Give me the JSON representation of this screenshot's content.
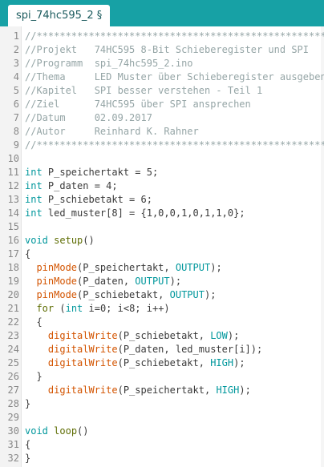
{
  "tab": {
    "label": "spi_74hc595_2 §"
  },
  "lines": [
    {
      "n": "1",
      "parts": [
        {
          "t": "//****************************************************",
          "c": "comment"
        }
      ]
    },
    {
      "n": "2",
      "parts": [
        {
          "t": "//Projekt   74HC595 8-Bit Schieberegister und SPI",
          "c": "comment"
        }
      ]
    },
    {
      "n": "3",
      "parts": [
        {
          "t": "//Programm  spi_74hc595_2.ino",
          "c": "comment"
        }
      ]
    },
    {
      "n": "4",
      "parts": [
        {
          "t": "//Thema     LED Muster über Schieberegister ausgeben",
          "c": "comment"
        }
      ]
    },
    {
      "n": "5",
      "parts": [
        {
          "t": "//Kapitel   SPI besser verstehen - Teil 1",
          "c": "comment"
        }
      ]
    },
    {
      "n": "6",
      "parts": [
        {
          "t": "//Ziel      74HC595 über SPI ansprechen",
          "c": "comment"
        }
      ]
    },
    {
      "n": "7",
      "parts": [
        {
          "t": "//Datum     02.09.2017",
          "c": "comment"
        }
      ]
    },
    {
      "n": "8",
      "parts": [
        {
          "t": "//Autor     Reinhard K. Rahner",
          "c": "comment"
        }
      ]
    },
    {
      "n": "9",
      "parts": [
        {
          "t": "//****************************************************",
          "c": "comment"
        }
      ]
    },
    {
      "n": "10",
      "parts": []
    },
    {
      "n": "11",
      "parts": [
        {
          "t": "int",
          "c": "type"
        },
        {
          "t": " P_speichertakt = 5;",
          "c": ""
        }
      ]
    },
    {
      "n": "12",
      "parts": [
        {
          "t": "int",
          "c": "type"
        },
        {
          "t": " P_daten = 4;",
          "c": ""
        }
      ]
    },
    {
      "n": "13",
      "parts": [
        {
          "t": "int",
          "c": "type"
        },
        {
          "t": " P_schiebetakt = 6;",
          "c": ""
        }
      ]
    },
    {
      "n": "14",
      "parts": [
        {
          "t": "int",
          "c": "type"
        },
        {
          "t": " led_muster[8] = {1,0,0,1,0,1,1,0};",
          "c": ""
        }
      ]
    },
    {
      "n": "15",
      "parts": []
    },
    {
      "n": "16",
      "parts": [
        {
          "t": "void",
          "c": "type"
        },
        {
          "t": " ",
          "c": ""
        },
        {
          "t": "setup",
          "c": "kw-setup"
        },
        {
          "t": "()",
          "c": ""
        }
      ]
    },
    {
      "n": "17",
      "parts": [
        {
          "t": "{",
          "c": ""
        }
      ]
    },
    {
      "n": "18",
      "parts": [
        {
          "t": "  ",
          "c": ""
        },
        {
          "t": "pinMode",
          "c": "func"
        },
        {
          "t": "(P_speichertakt, ",
          "c": ""
        },
        {
          "t": "OUTPUT",
          "c": "const"
        },
        {
          "t": ");",
          "c": ""
        }
      ]
    },
    {
      "n": "19",
      "parts": [
        {
          "t": "  ",
          "c": ""
        },
        {
          "t": "pinMode",
          "c": "func"
        },
        {
          "t": "(P_daten, ",
          "c": ""
        },
        {
          "t": "OUTPUT",
          "c": "const"
        },
        {
          "t": ");",
          "c": ""
        }
      ]
    },
    {
      "n": "20",
      "parts": [
        {
          "t": "  ",
          "c": ""
        },
        {
          "t": "pinMode",
          "c": "func"
        },
        {
          "t": "(P_schiebetakt, ",
          "c": ""
        },
        {
          "t": "OUTPUT",
          "c": "const"
        },
        {
          "t": ");",
          "c": ""
        }
      ]
    },
    {
      "n": "21",
      "parts": [
        {
          "t": "  ",
          "c": ""
        },
        {
          "t": "for",
          "c": "kw-setup"
        },
        {
          "t": " (",
          "c": ""
        },
        {
          "t": "int",
          "c": "type"
        },
        {
          "t": " i=0; i<8; i++)",
          "c": ""
        }
      ]
    },
    {
      "n": "22",
      "parts": [
        {
          "t": "  {",
          "c": ""
        }
      ]
    },
    {
      "n": "23",
      "parts": [
        {
          "t": "    ",
          "c": ""
        },
        {
          "t": "digitalWrite",
          "c": "func"
        },
        {
          "t": "(P_schiebetakt, ",
          "c": ""
        },
        {
          "t": "LOW",
          "c": "const"
        },
        {
          "t": ");",
          "c": ""
        }
      ]
    },
    {
      "n": "24",
      "parts": [
        {
          "t": "    ",
          "c": ""
        },
        {
          "t": "digitalWrite",
          "c": "func"
        },
        {
          "t": "(P_daten, led_muster[i]);",
          "c": ""
        }
      ]
    },
    {
      "n": "25",
      "parts": [
        {
          "t": "    ",
          "c": ""
        },
        {
          "t": "digitalWrite",
          "c": "func"
        },
        {
          "t": "(P_schiebetakt, ",
          "c": ""
        },
        {
          "t": "HIGH",
          "c": "const"
        },
        {
          "t": ");",
          "c": ""
        }
      ]
    },
    {
      "n": "26",
      "parts": [
        {
          "t": "  }",
          "c": ""
        }
      ]
    },
    {
      "n": "27",
      "parts": [
        {
          "t": "    ",
          "c": ""
        },
        {
          "t": "digitalWrite",
          "c": "func"
        },
        {
          "t": "(P_speichertakt, ",
          "c": ""
        },
        {
          "t": "HIGH",
          "c": "const"
        },
        {
          "t": ");",
          "c": ""
        }
      ]
    },
    {
      "n": "28",
      "parts": [
        {
          "t": "}",
          "c": ""
        }
      ]
    },
    {
      "n": "29",
      "parts": []
    },
    {
      "n": "30",
      "parts": [
        {
          "t": "void",
          "c": "type"
        },
        {
          "t": " ",
          "c": ""
        },
        {
          "t": "loop",
          "c": "kw-setup"
        },
        {
          "t": "()",
          "c": ""
        }
      ]
    },
    {
      "n": "31",
      "parts": [
        {
          "t": "{",
          "c": ""
        }
      ]
    },
    {
      "n": "32",
      "parts": [
        {
          "t": "}",
          "c": ""
        }
      ]
    }
  ]
}
